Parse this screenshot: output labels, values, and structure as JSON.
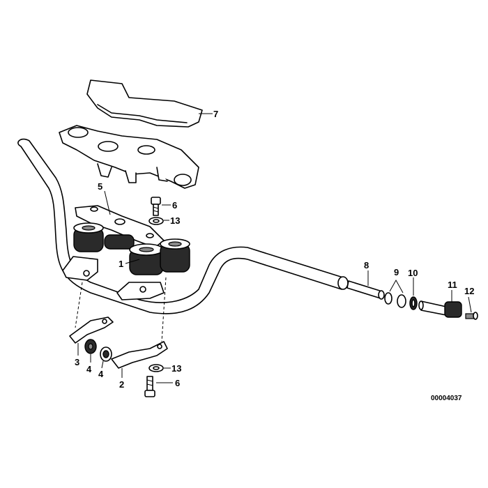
{
  "callouts": {
    "c1": "1",
    "c2": "2",
    "c3": "3",
    "c4a": "4",
    "c4b": "4",
    "c5": "5",
    "c6a": "6",
    "c6b": "6",
    "c7": "7",
    "c8": "8",
    "c9": "9",
    "c10": "10",
    "c11": "11",
    "c12": "12",
    "c13a": "13",
    "c13b": "13"
  },
  "document_id": "00004037"
}
